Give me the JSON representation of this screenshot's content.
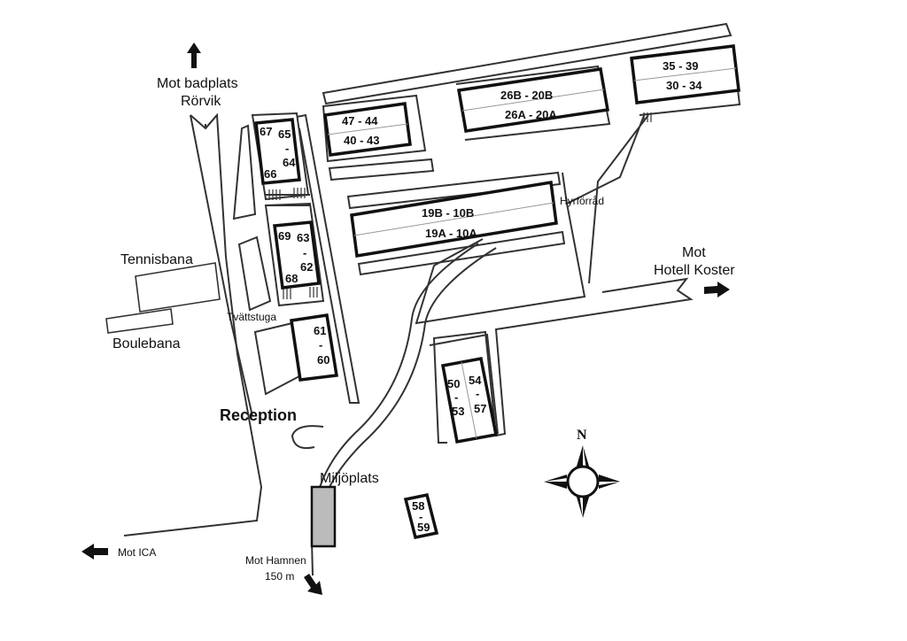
{
  "labels": {
    "badplats_line1": "Mot badplats",
    "badplats_line2": "Rörvik",
    "tennisbana": "Tennisbana",
    "boulebana": "Boulebana",
    "tvattstuga": "Tvättstuga",
    "reception": "Reception",
    "miljoplats": "Miljöplats",
    "mot_ica": "Mot ICA",
    "hamnen_line1": "Mot Hamnen",
    "hamnen_line2": "150 m",
    "hyrforrad": "Hyrförråd",
    "koster_line1": "Mot",
    "koster_line2": "Hotell Koster",
    "compass_n": "N"
  },
  "buildings": {
    "b4744": {
      "top": "47 - 44",
      "bottom": "40 - 43"
    },
    "b26": {
      "top": "26B - 20B",
      "bottom": "26A - 20A"
    },
    "b35": {
      "top": "35 - 39",
      "bottom": "30 - 34"
    },
    "b19": {
      "top": "19B - 10B",
      "bottom": "19A - 10A"
    },
    "b67": {
      "a": "67",
      "b": "65",
      "dash": "-",
      "c": "64",
      "d": "66"
    },
    "b69": {
      "a": "69",
      "b": "63",
      "dash": "-",
      "c": "62",
      "d": "68"
    },
    "b61": {
      "a": "61",
      "dash": "-",
      "b": "60"
    },
    "b50": {
      "a": "50",
      "dash1": "-",
      "b": "53",
      "c": "54",
      "dash2": "-",
      "d": "57"
    },
    "b58": {
      "a": "58",
      "dash": "-",
      "b": "59"
    }
  },
  "colors": {
    "line": "#333333",
    "building": "#111111",
    "miljoplats_fill": "#bbbbbb"
  }
}
